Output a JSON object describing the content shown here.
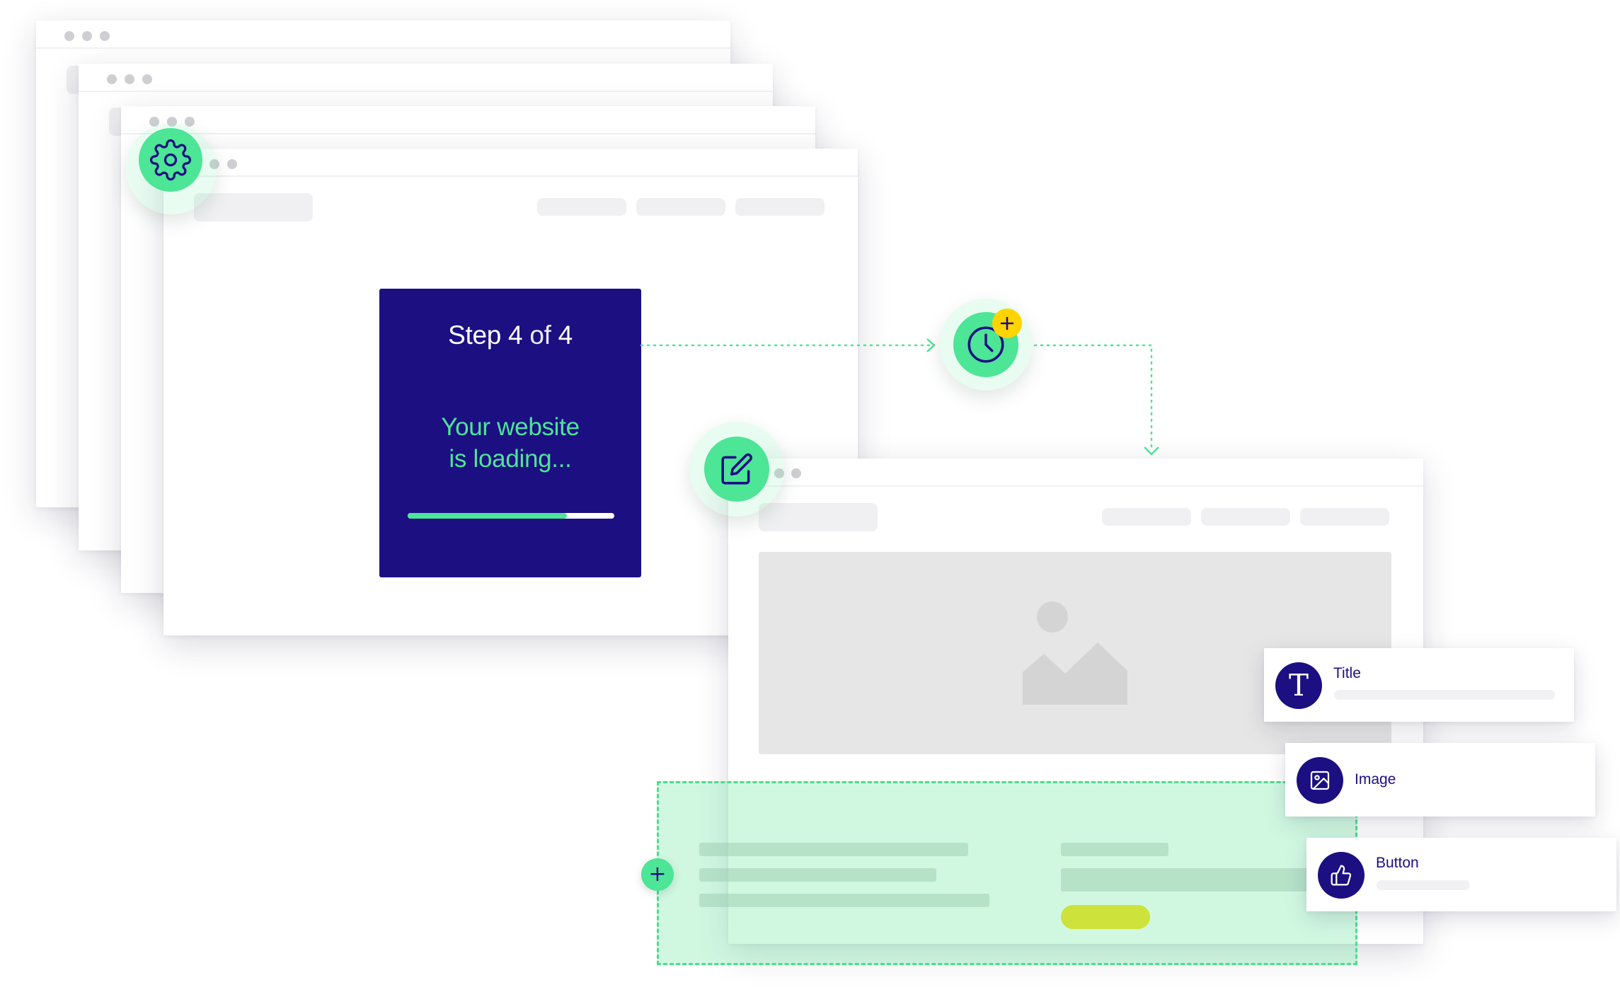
{
  "step_card": {
    "step_label": "Step",
    "step_current": "4",
    "step_of": "of",
    "step_total": "4",
    "message_line1": "Your website",
    "message_line2": "is loading...",
    "progress_percent": 77
  },
  "components": [
    {
      "label": "Title",
      "icon": "title-T-icon"
    },
    {
      "label": "Image",
      "icon": "image-icon"
    },
    {
      "label": "Button",
      "icon": "thumbs-up-icon"
    }
  ],
  "add_symbol": "+",
  "icons": {
    "settings": "gear-icon",
    "schedule": "clock-icon",
    "schedule_badge": "plus-badge-icon",
    "edit": "edit-pencil-icon",
    "image_placeholder": "landscape-image-icon"
  },
  "colors": {
    "navy": "#1c0f82",
    "mint": "#4de596",
    "yellow_badge": "#ffd400",
    "button_placeholder": "#cde23a"
  }
}
